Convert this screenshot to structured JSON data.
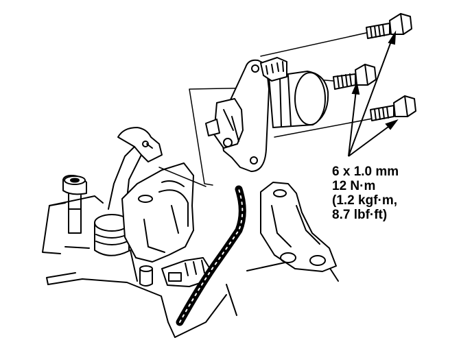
{
  "torque_spec": {
    "bolt_size": "6 x 1.0 mm",
    "torque_nm": "12 N·m",
    "torque_kgfm": "(1.2 kgf·m,",
    "torque_lbfft": "8.7 lbf·ft)"
  },
  "colors": {
    "ink": "#000000",
    "paper": "#ffffff"
  }
}
